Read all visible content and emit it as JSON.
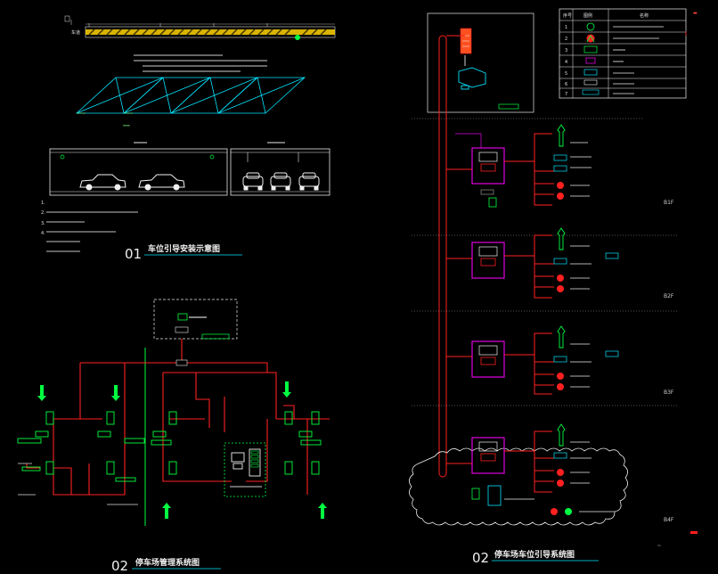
{
  "drawing": {
    "background": "#000000",
    "colors": {
      "red": "#ff2020",
      "green": "#00ff40",
      "cyan": "#00e5ff",
      "magenta": "#e000e0",
      "white": "#f0f0f0",
      "yellow": "#ffd200",
      "gray": "#9a9a9a"
    }
  },
  "panel_01": {
    "number": "01",
    "title": "车位引导安装示意图",
    "road_label": "车道",
    "notes": [
      "1.",
      "2.",
      "3.",
      "4."
    ]
  },
  "panel_02_left": {
    "number": "02",
    "title": "停车场管理系统图"
  },
  "panel_02_right": {
    "number": "02",
    "title": "停车场车位引导系统图",
    "floors": [
      "B1F",
      "B2F",
      "B3F",
      "B4F"
    ]
  },
  "legend": {
    "header_no": "序号",
    "header_symbol": "图例",
    "header_name": "名称",
    "row_numbers": [
      "1",
      "2",
      "3",
      "4",
      "5",
      "6",
      "7"
    ]
  },
  "icons": [
    "car-icon",
    "camera-icon",
    "server-icon",
    "monitor-icon",
    "barrier-gate-icon",
    "arrow-up-icon",
    "arrow-down-icon"
  ]
}
